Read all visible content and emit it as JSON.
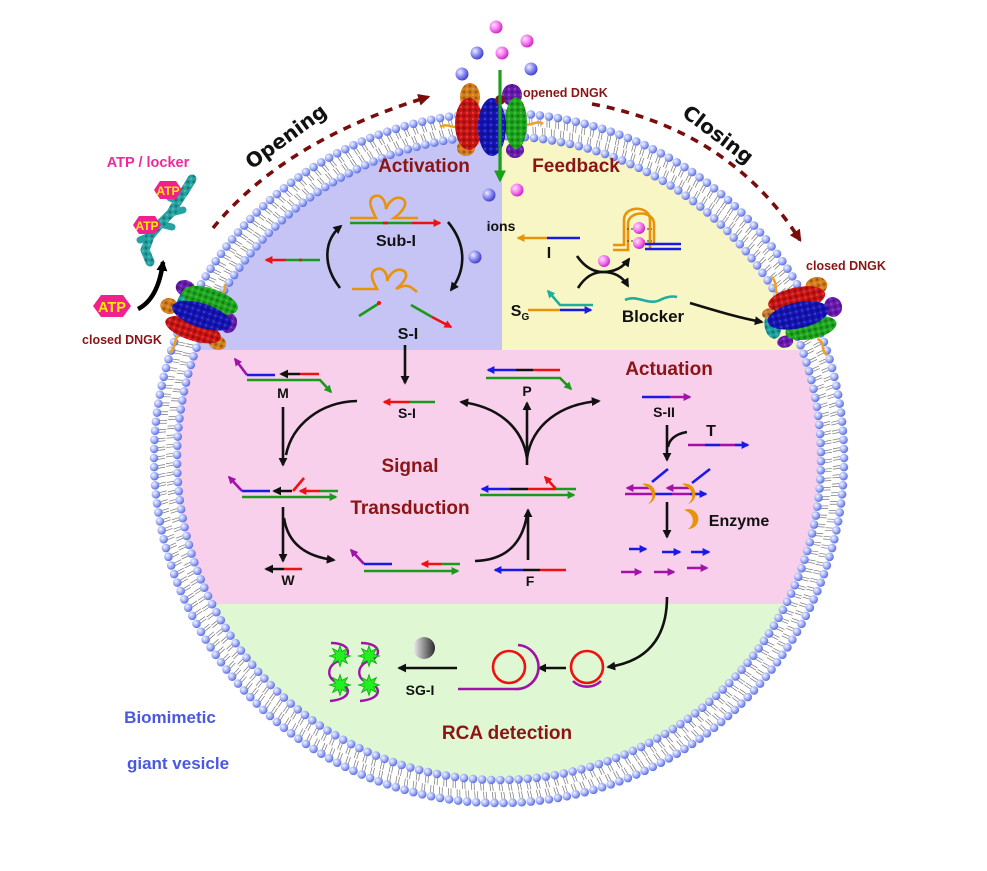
{
  "vesicle": {
    "label_line1": "Biomimetic",
    "label_line2": "giant vesicle"
  },
  "membrane_process": {
    "opening": "Opening",
    "closing": "Closing"
  },
  "channels": {
    "opened": "opened DNGK",
    "closed_left": "closed DNGK",
    "closed_right": "closed DNGK"
  },
  "atp": {
    "header": "ATP / locker",
    "molecule": "ATP"
  },
  "regions": {
    "activation": {
      "label": "Activation"
    },
    "feedback": {
      "label": "Feedback"
    },
    "signal_transduction": {
      "label_line1": "Signal",
      "label_line2": "Transduction"
    },
    "actuation": {
      "label": "Actuation"
    },
    "rca": {
      "label": "RCA detection"
    }
  },
  "activation": {
    "substrate": "Sub-I",
    "product": "S-I"
  },
  "feedback": {
    "ions": "ions",
    "strand_i": "I",
    "strand_sg": "S",
    "strand_sg_sub": "G",
    "blocker": "Blocker"
  },
  "signal": {
    "s_i": "S-I",
    "m": "M",
    "w": "W",
    "p": "P",
    "f": "F"
  },
  "actuation": {
    "s_ii": "S-II",
    "t": "T",
    "enzyme": "Enzyme"
  },
  "rca": {
    "sg_i": "SG-I"
  },
  "colors": {
    "activation_bg": "#c6c4f4",
    "feedback_bg": "#f9f6c6",
    "signal_bg": "#f9d0ec",
    "rca_bg": "#e0f7d3",
    "label_dark_red": "#8b1414",
    "vesicle_label_blue": "#4a58e0",
    "atp_pink": "#f0208c",
    "dashed_arrow": "#7a0c0c"
  }
}
